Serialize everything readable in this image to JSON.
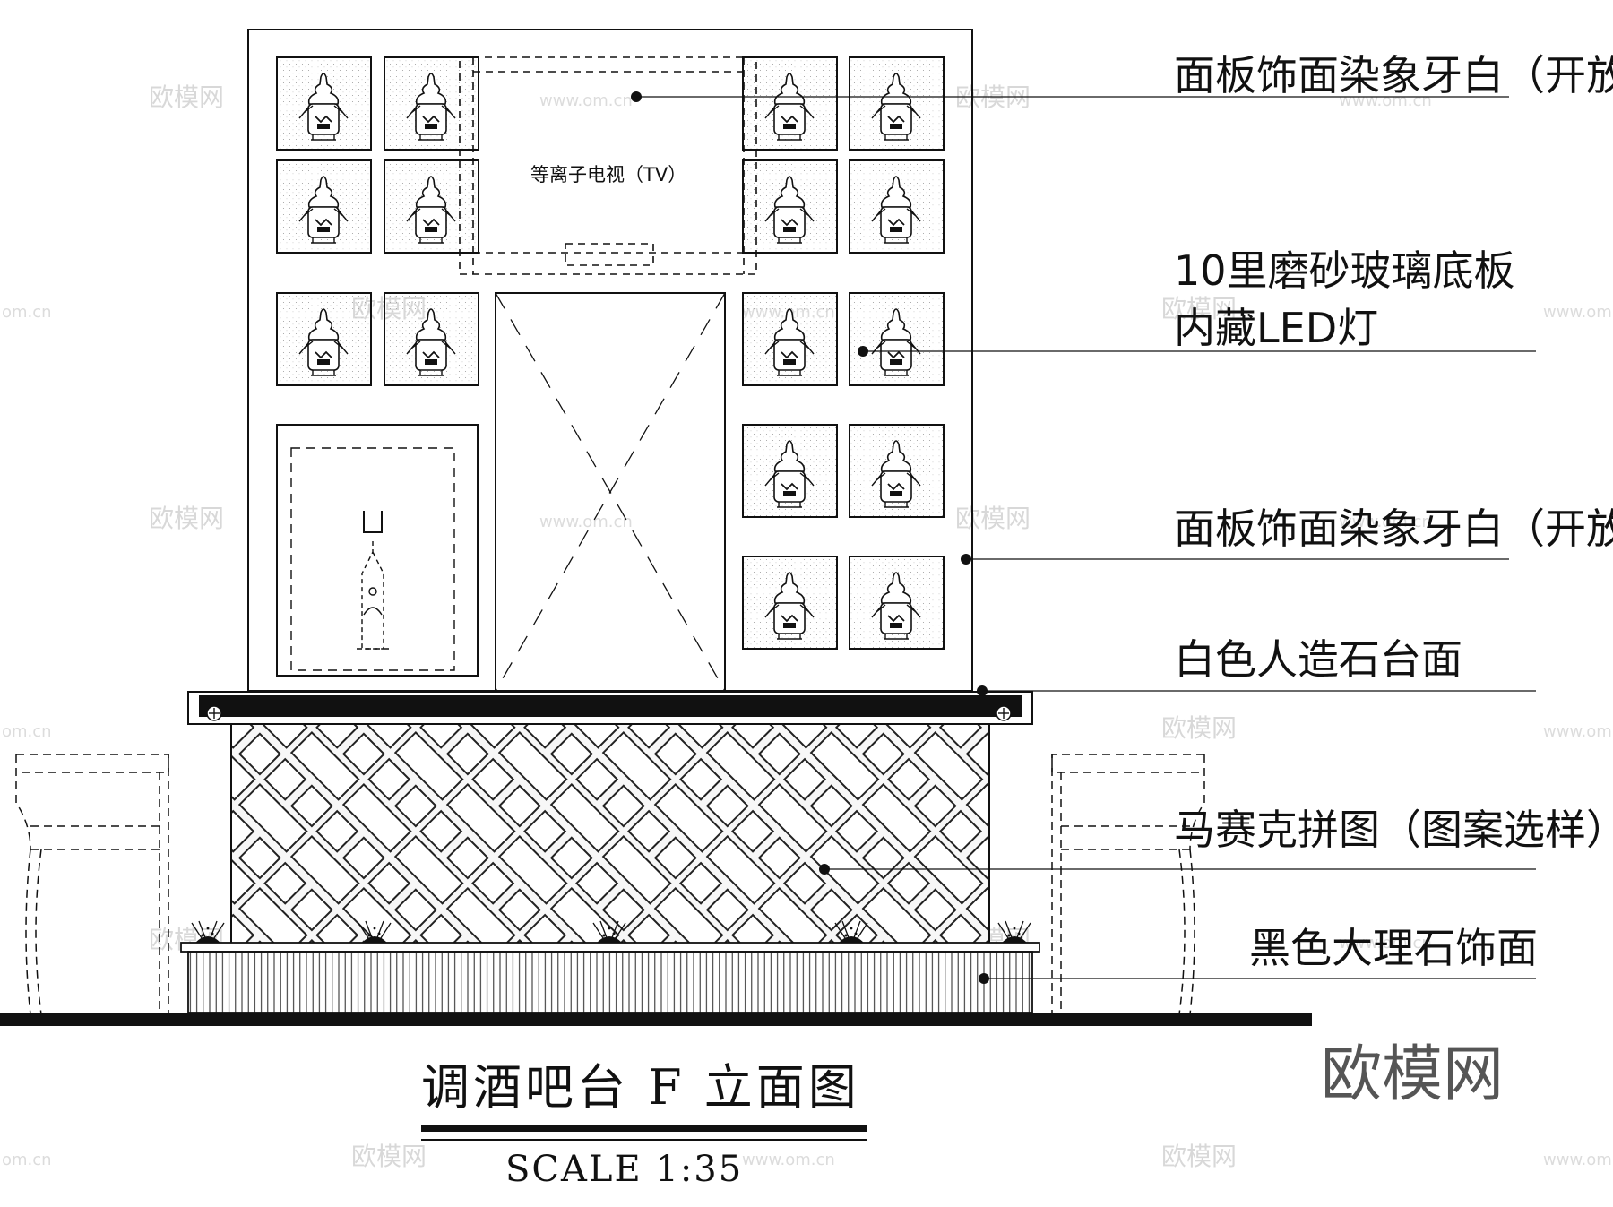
{
  "annotations": {
    "panel_top": "面板饰面染象牙白（开放）",
    "glass_line1": "10里磨砂玻璃底板",
    "glass_line2": "内藏LED灯",
    "panel_mid": "面板饰面染象牙白（开放）",
    "countertop": "白色人造石台面",
    "mosaic": "马赛克拼图（图案选样）",
    "marble": "黑色大理石饰面"
  },
  "tv_label": "等离子电视（TV）",
  "title": "调酒吧台 F 立面图",
  "scale": "SCALE 1:35",
  "watermark": {
    "brand": "欧模网",
    "logo_text": "欧模网",
    "url": "www.om.cn",
    "short_url": "om.cn"
  },
  "colors": {
    "ink": "#111111",
    "watermark": "#d8d8d8",
    "brand": "#555555"
  }
}
